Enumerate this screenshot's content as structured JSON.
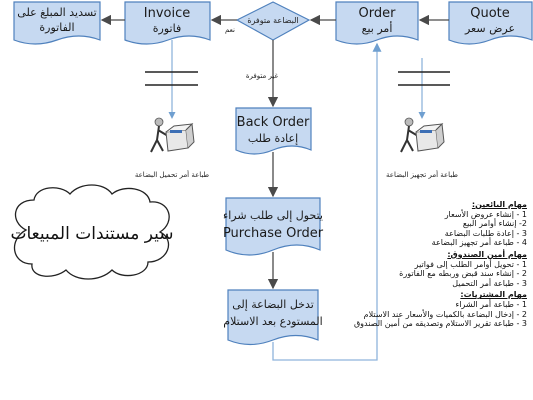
{
  "boxes": {
    "quote": {
      "en": "Quote",
      "ar": "عرض سعر"
    },
    "order": {
      "en": "Order",
      "ar": "أمر بيع"
    },
    "invoice": {
      "en": "Invoice",
      "ar": "فاتورة"
    },
    "pay": {
      "line1": "تسديد المبلغ على",
      "line2": "الفاتورة"
    },
    "back_order": {
      "en": "Back Order",
      "ar": "إعادة طلب"
    },
    "purchase_order": {
      "line1": "يتحول إلى طلب شراء",
      "en": "Purchase Order"
    },
    "receive": {
      "line1": "تدخل البضاعة إلى",
      "line2": "المستودع بعد الاستلام"
    }
  },
  "decision": {
    "label": "البضاعة متوفرة",
    "yes": "نعم",
    "no": "غير متوفرة"
  },
  "workers": {
    "left_caption": "طباعة أمر تحميل البضاعة",
    "right_caption": "طباعة أمر تجهيز البضاعة"
  },
  "cloud": {
    "text": "سير مستندات المبيعات"
  },
  "notes": [
    {
      "heading": "مهام البائعين:",
      "items": [
        "1 - إنشاء عروض الأسعار",
        "2- إنشاء أوامر البيع",
        "3 - إعادة طلبات البضاعة",
        "4 - طباعة أمر تجهيز البضاعة"
      ]
    },
    {
      "heading": "مهام أمين الصندوق:",
      "items": [
        "1 - تحويل أوامر الطلب إلى فواتير",
        "2 - إنشاء سند قبض وربطه مع الفاتورة",
        "3 - طباعة أمر التحميل"
      ]
    },
    {
      "heading": "مهام المشتريات:",
      "items": [
        "1 - طباعة أمر الشراء",
        "2 - إدخال البضاعة بالكميات والأسعار عند الاستلام",
        "3 - طباعة تقرير الاستلام وتصديقه من أمين الصندوق"
      ]
    }
  ],
  "colors": {
    "box_fill": "#c6d9f1",
    "stroke": "#4f81bd",
    "arrow": "#4a4a4a",
    "feedback_line": "#8fb4dc"
  }
}
